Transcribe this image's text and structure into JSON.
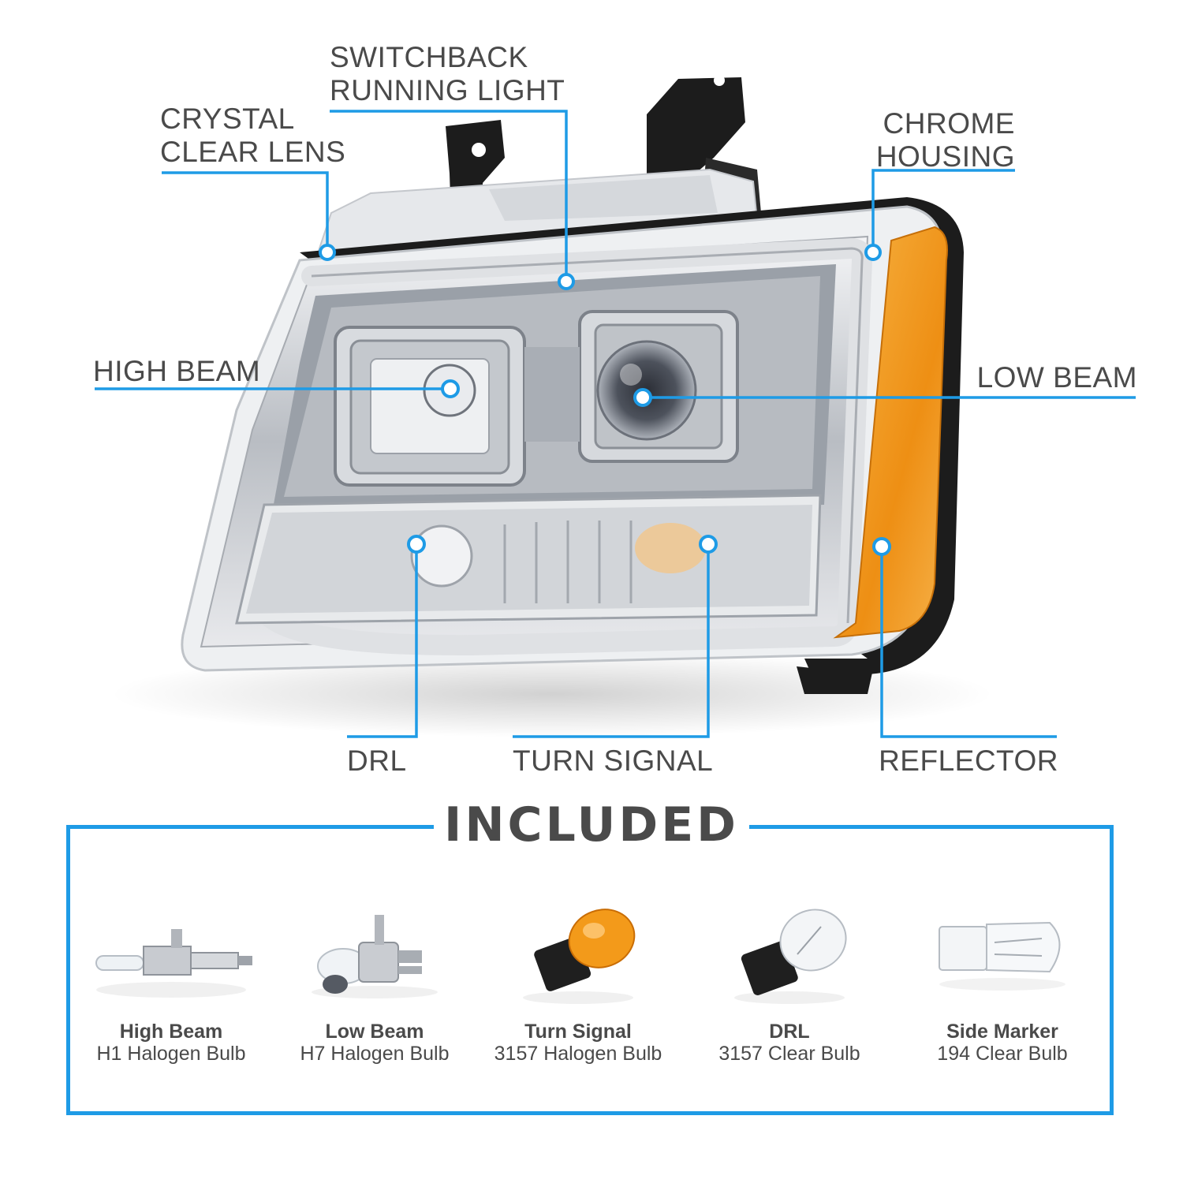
{
  "callouts": {
    "crystal_clear_lens": [
      "CRYSTAL",
      "CLEAR LENS"
    ],
    "switchback_running_light": [
      "SWITCHBACK",
      "RUNNING LIGHT"
    ],
    "chrome_housing": [
      "CHROME",
      "HOUSING"
    ],
    "high_beam": "HIGH BEAM",
    "low_beam": "LOW BEAM",
    "drl": "DRL",
    "turn_signal": "TURN SIGNAL",
    "reflector": "REFLECTOR"
  },
  "included": {
    "title": "INCLUDED",
    "items": [
      {
        "name": "High Beam",
        "desc": "H1 Halogen Bulb"
      },
      {
        "name": "Low Beam",
        "desc": "H7 Halogen Bulb"
      },
      {
        "name": "Turn Signal",
        "desc": "3157 Halogen Bulb"
      },
      {
        "name": "DRL",
        "desc": "3157 Clear Bulb"
      },
      {
        "name": "Side Marker",
        "desc": "194 Clear Bulb"
      }
    ]
  },
  "colors": {
    "accent": "#1e9be6",
    "text": "#4a4a4a",
    "amber": "#f39a1a",
    "chrome": "#c9ccd1",
    "black_plastic": "#1c1c1c"
  },
  "icons": [
    "headlight-assembly-image",
    "h1-bulb-icon",
    "h7-bulb-icon",
    "3157-amber-bulb-icon",
    "3157-clear-bulb-icon",
    "194-bulb-icon"
  ]
}
